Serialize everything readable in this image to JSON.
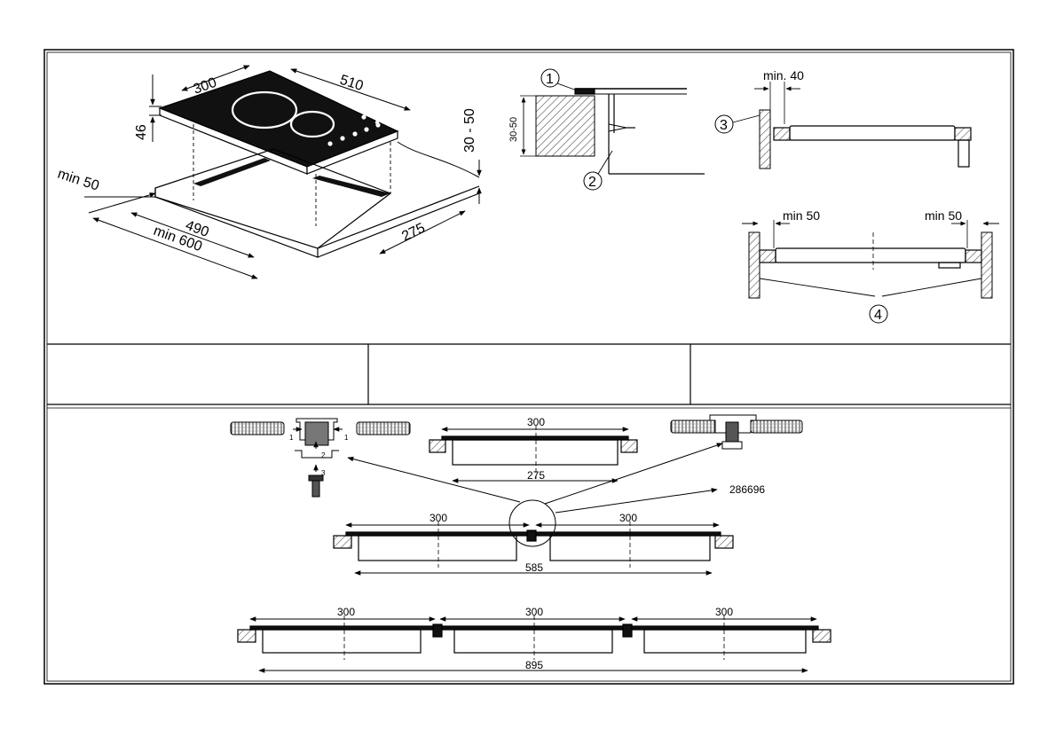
{
  "perspective": {
    "dims": {
      "d300": "300",
      "d510": "510",
      "d46": "46",
      "d30_50": "30 - 50",
      "min50": "min 50",
      "d490": "490",
      "min600": "min 600",
      "d275": "275"
    }
  },
  "edge_detail": {
    "callout1": "1",
    "callout2": "2",
    "range": "30-50"
  },
  "side_detail": {
    "min40": "min. 40",
    "callout3": "3"
  },
  "front_detail": {
    "min50_left": "min 50",
    "min50_right": "min 50",
    "callout4": "4"
  },
  "assembly": {
    "single_width": "300",
    "single_depth": "275",
    "part_number": "286696",
    "double_left": "300",
    "double_right": "300",
    "double_total": "585",
    "triple_a": "300",
    "triple_b": "300",
    "triple_c": "300",
    "triple_total": "895",
    "steps": {
      "s1a": "1",
      "s1b": "1",
      "s2": "2",
      "s3": "3"
    }
  },
  "colors": {
    "ink": "#000000",
    "paper": "#ffffff",
    "hatch": "#555555"
  }
}
